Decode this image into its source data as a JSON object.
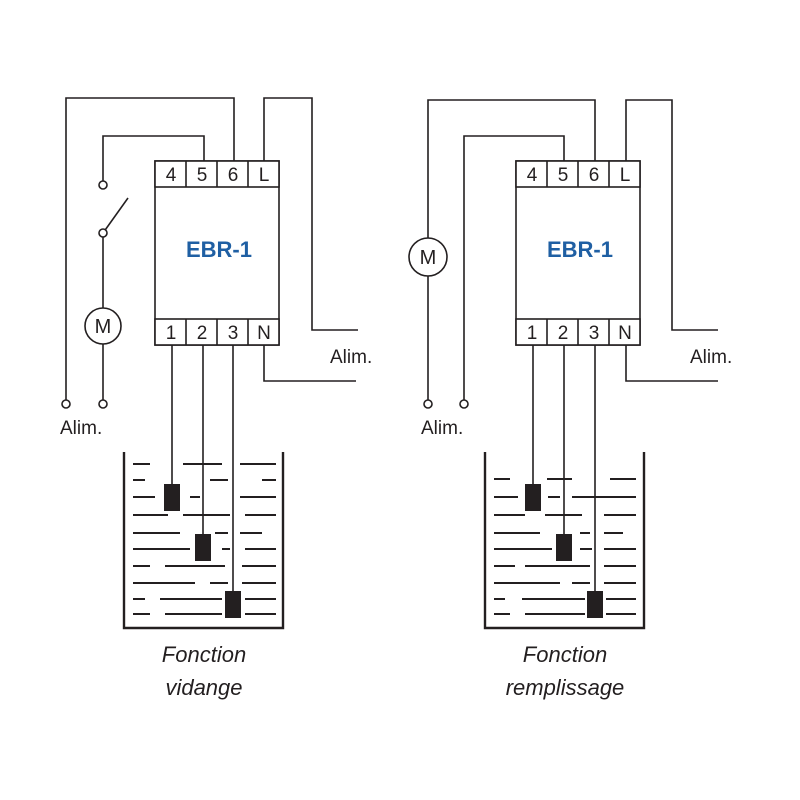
{
  "diagrams": [
    {
      "model_label": "EBR-1",
      "top_terminals": [
        "4",
        "5",
        "6",
        "L"
      ],
      "bottom_terminals": [
        "1",
        "2",
        "3",
        "N"
      ],
      "motor_label": "M",
      "supply_left_label": "Alim.",
      "supply_right_label": "Alim.",
      "caption_line1": "Fonction",
      "caption_line2": "vidange"
    },
    {
      "model_label": "EBR-1",
      "top_terminals": [
        "4",
        "5",
        "6",
        "L"
      ],
      "bottom_terminals": [
        "1",
        "2",
        "3",
        "N"
      ],
      "motor_label": "M",
      "supply_left_label": "Alim.",
      "supply_right_label": "Alim.",
      "caption_line1": "Fonction",
      "caption_line2": "remplissage"
    }
  ],
  "colors": {
    "line": "#231f20",
    "model_text": "#1f5fa3",
    "background": "#ffffff"
  }
}
